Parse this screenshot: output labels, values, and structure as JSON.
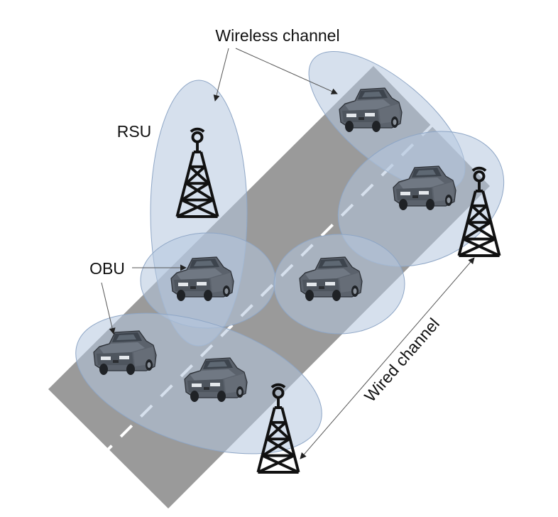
{
  "labels": {
    "wireless_channel": "Wireless channel",
    "rsu": "RSU",
    "obu": "OBU",
    "wired_channel": "Wired channel"
  },
  "colors": {
    "road": "#9a9a9a",
    "coverage_zone": "#b4c6de",
    "car_body": "#5b626c",
    "tower": "#111111",
    "arrow": "#555555"
  }
}
